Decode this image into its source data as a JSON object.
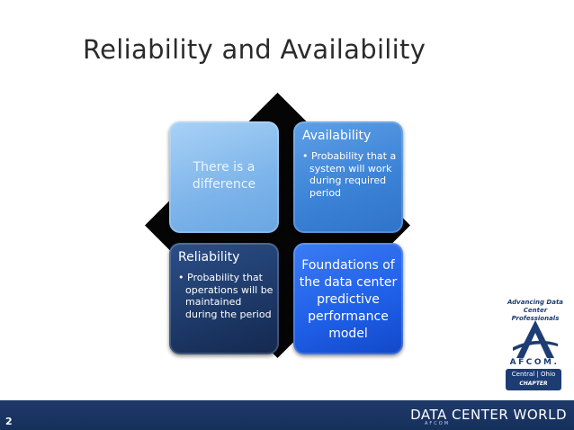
{
  "slide": {
    "title": "Reliability and Availability",
    "page_number": "2"
  },
  "matrix": {
    "top_left": {
      "text": "There is a difference"
    },
    "top_right": {
      "heading": "Availability",
      "bullet": "Probability that a system will work during required period"
    },
    "bottom_left": {
      "heading": "Reliability",
      "bullet": "Probability that operations will be maintained during the period"
    },
    "bottom_right": {
      "text": "Foundations of the data center predictive performance model"
    }
  },
  "logo": {
    "tagline": "Advancing Data Center Professionals",
    "name": "AFCOM.",
    "chapter_name": "Central | Ohio",
    "chapter_label": "CHAPTER"
  },
  "footer": {
    "brand": "DATA CENTER WORLD",
    "brand_sub": "AFCOM"
  },
  "colors": {
    "footer": "#16305c",
    "tile_top_left": "#7cb4ea",
    "tile_top_right": "#3a82d6",
    "tile_bottom_left": "#1c3866",
    "tile_bottom_right": "#1e5ee6",
    "diamond": "#000000"
  }
}
